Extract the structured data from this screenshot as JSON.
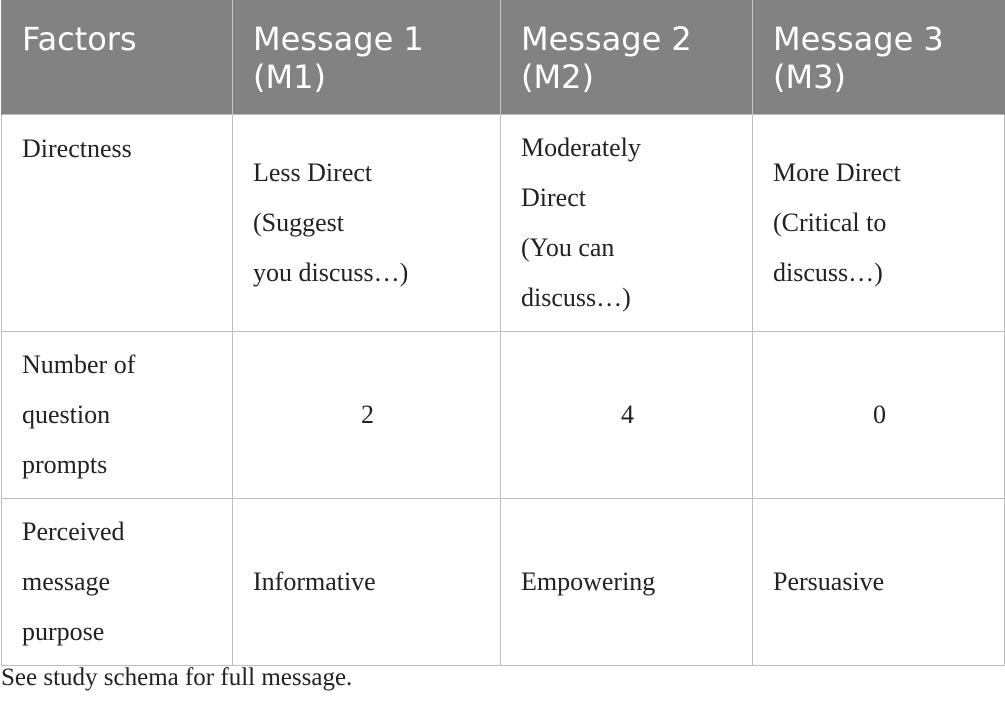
{
  "table": {
    "headers": {
      "factors": "Factors",
      "m1": [
        "Message 1",
        "(M1)"
      ],
      "m2": [
        "Message 2",
        "(M2)"
      ],
      "m3": [
        "Message 3",
        "(M3)"
      ]
    },
    "rows": {
      "directness": {
        "factor": "Directness",
        "m1": [
          "Less Direct",
          "(Suggest",
          "you discuss…)"
        ],
        "m2": [
          "Moderately",
          "Direct",
          "(You can",
          "discuss…)"
        ],
        "m3": [
          "More Direct",
          "(Critical to",
          "discuss…)"
        ]
      },
      "prompts": {
        "factor": [
          "Number of",
          "question",
          "prompts"
        ],
        "m1": "2",
        "m2": "4",
        "m3": "0"
      },
      "purpose": {
        "factor": [
          "Perceived",
          "message",
          "purpose"
        ],
        "m1": "Informative",
        "m2": "Empowering",
        "m3": "Persuasive"
      }
    }
  },
  "footnote": "See study schema for full message."
}
